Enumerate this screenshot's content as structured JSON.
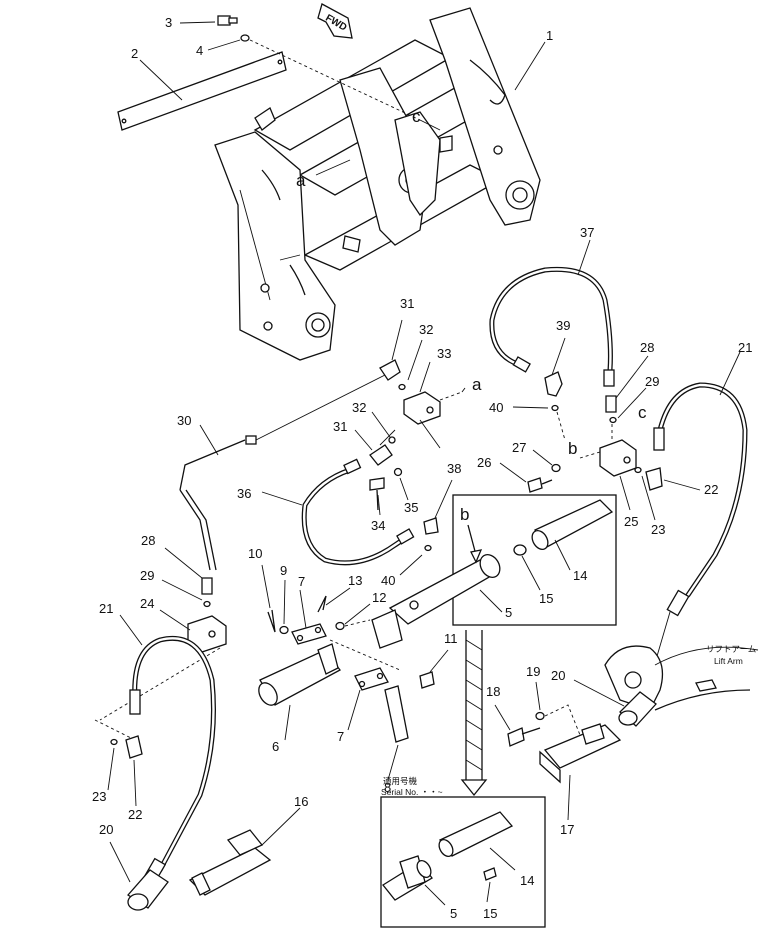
{
  "forward_marker": "FWD",
  "ref_letters": {
    "a": "a",
    "b": "b",
    "c": "c"
  },
  "annotations": {
    "lift_arm_jp": "リフトアーム",
    "lift_arm_en": "Lift Arm",
    "serial_jp": "適用号機",
    "serial_en": "Serial No. ・・~"
  },
  "callouts": {
    "n1": "1",
    "n2": "2",
    "n3": "3",
    "n4": "4",
    "n5a": "5",
    "n5b": "5",
    "n6": "6",
    "n7a": "7",
    "n7b": "7",
    "n8": "8",
    "n9": "9",
    "n10": "10",
    "n11": "11",
    "n12": "12",
    "n13": "13",
    "n14a": "14",
    "n14b": "14",
    "n15a": "15",
    "n15b": "15",
    "n16": "16",
    "n17": "17",
    "n18": "18",
    "n19": "19",
    "n20a": "20",
    "n20b": "20",
    "n21a": "21",
    "n21b": "21",
    "n22a": "22",
    "n22b": "22",
    "n23a": "23",
    "n23b": "23",
    "n24": "24",
    "n25": "25",
    "n26": "26",
    "n27": "27",
    "n28a": "28",
    "n28b": "28",
    "n29a": "29",
    "n29b": "29",
    "n30": "30",
    "n31a": "31",
    "n31b": "31",
    "n32a": "32",
    "n32b": "32",
    "n33": "33",
    "n34": "34",
    "n35": "35",
    "n36": "36",
    "n37": "37",
    "n38": "38",
    "n39": "39",
    "n40a": "40",
    "n40b": "40"
  }
}
